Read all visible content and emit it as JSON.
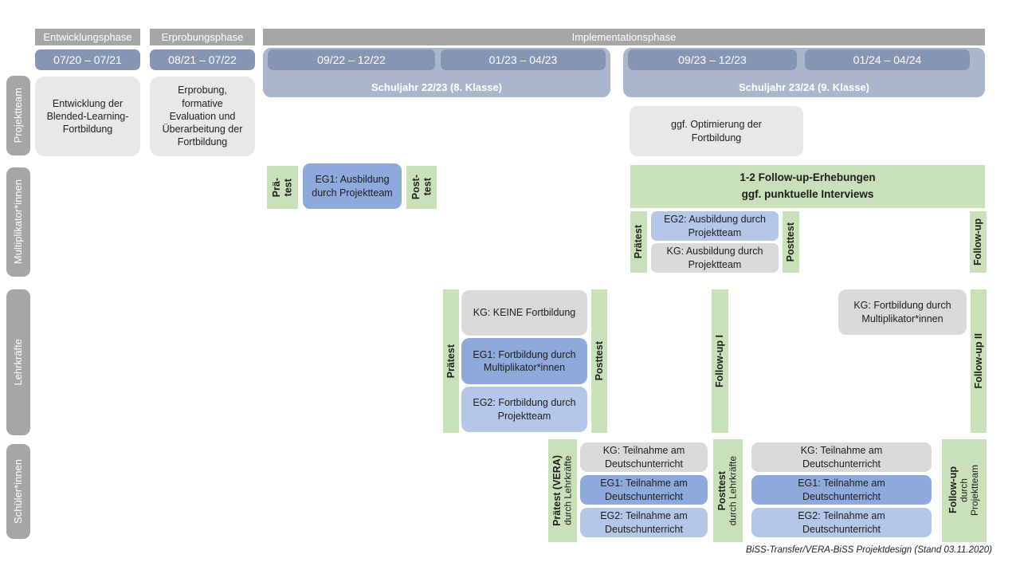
{
  "header": {
    "phases": {
      "development": "Entwicklungsphase",
      "testing": "Erprobungsphase",
      "implementation": "Implementationsphase"
    },
    "periods": {
      "d1": "07/20 – 07/21",
      "d2": "08/21 – 07/22",
      "d3": "09/22 – 12/22",
      "d4": "01/23 – 04/23",
      "d5": "09/23 – 12/23",
      "d6": "01/24 – 04/24"
    },
    "school_years": {
      "sy1": "Schuljahr 22/23 (8. Klasse)",
      "sy2": "Schuljahr 23/24 (9. Klasse)"
    }
  },
  "row_labels": {
    "projektteam": "Projektteam",
    "multiplikatoren": "Multiplikator*innen",
    "lehrkraefte": "Lehrkräfte",
    "schueler": "Schüler*innen"
  },
  "projektteam": {
    "development": "Entwicklung der Blended-Learning-Fortbildung",
    "testing": "Erprobung, formative Evaluation und Überarbeitung der Fortbildung",
    "optimization": "ggf. Optimierung der Fortbildung"
  },
  "multiplikatoren": {
    "praetest_l1": "Prä-",
    "praetest_l2": "test",
    "eg1": "EG1: Ausbildung durch Projektteam",
    "posttest_l1": "Post-",
    "posttest_l2": "test",
    "followup_box_l1": "1-2 Follow-up-Erhebungen",
    "followup_box_l2": "ggf. punktuelle Interviews",
    "praetest2": "Prätest",
    "eg2": "EG2: Ausbildung durch Projektteam",
    "kg": "KG: Ausbildung durch Projektteam",
    "posttest2": "Posttest",
    "followup": "Follow-up"
  },
  "lehrkraefte": {
    "praetest": "Prätest",
    "kg": "KG: KEINE Fortbildung",
    "eg1": "EG1: Fortbildung durch Multiplikator*innen",
    "eg2": "EG2: Fortbildung durch Projektteam",
    "posttest": "Posttest",
    "followup1": "Follow-up I",
    "kg2": "KG: Fortbildung durch Multiplikator*innen",
    "followup2": "Follow-up II"
  },
  "schueler": {
    "praetest_main": "Prätest (VERA)",
    "praetest_sub": "durch Lehrkräfte",
    "kg": "KG: Teilnahme am Deutschunterricht",
    "eg1": "EG1: Teilnahme am Deutschunterricht",
    "eg2": "EG2: Teilnahme am Deutschunterricht",
    "posttest_main": "Posttest",
    "posttest_sub": "durch Lehrkräfte",
    "kg2": "KG: Teilnahme am Deutschunterricht",
    "eg1b": "EG1: Teilnahme am Deutschunterricht",
    "eg2b": "EG2: Teilnahme am Deutschunterricht",
    "followup_main": "Follow-up",
    "followup_sub1": "durch",
    "followup_sub2": "Projektteam"
  },
  "caption": "BiSS-Transfer/VERA-BiSS Projektdesign (Stand 03.11.2020)",
  "colors": {
    "phase_bar_gray": "#a6a6a6",
    "row_label_gray": "#a6a6a6",
    "date_box_blue": "#8496b2",
    "school_year_container_blue": "#a9b6cc",
    "project_box_gray": "#e9e8e8",
    "control_group_gray": "#d9d9d9",
    "eg1_blue": "#8ea9db",
    "eg2_light_blue": "#b5c7e8",
    "test_green": "#c9e1b8"
  }
}
